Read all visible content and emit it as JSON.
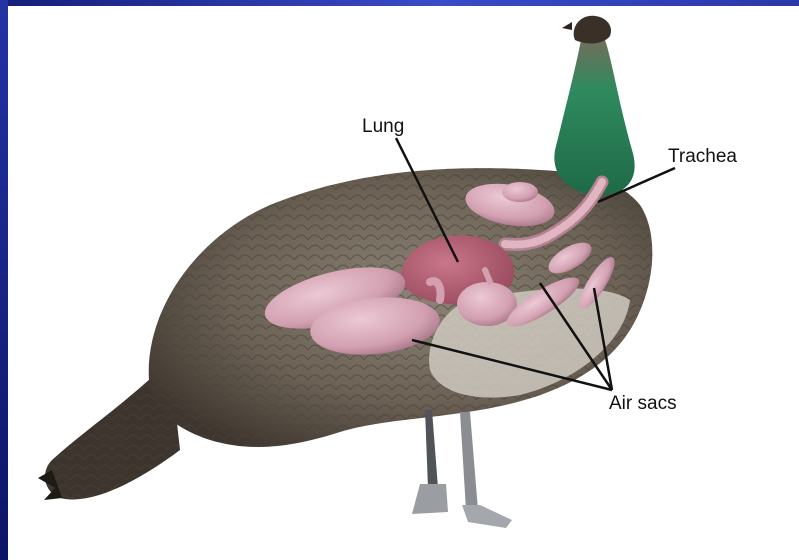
{
  "labels": {
    "lung": "Lung",
    "trachea": "Trachea",
    "air_sacs": "Air sacs"
  },
  "colors": {
    "frame": "#2433a4",
    "plumage": "#6e6458",
    "neck": "#2a7a52",
    "lung": "#b35a6e",
    "air_sac": "#d9a8b8",
    "trachea": "#d7a4b2",
    "leader_line": "#111111"
  }
}
